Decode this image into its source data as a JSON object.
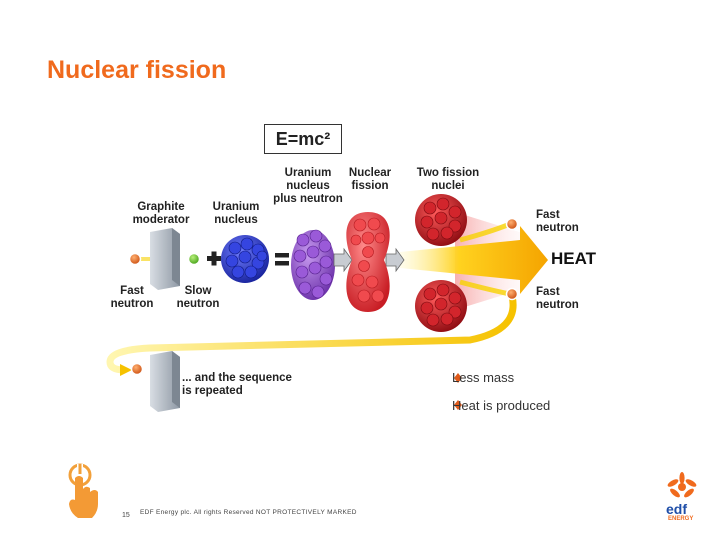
{
  "slide": {
    "title": "Nuclear fission",
    "page_number": "15",
    "footer": "EDF Energy plc. All rights Reserved NOT PROTECTIVELY MARKED"
  },
  "diagram": {
    "equation": "E=mc²",
    "labels": {
      "graphite_moderator": "Graphite\nmoderator",
      "uranium_nucleus": "Uranium\nnucleus",
      "uranium_plus_neutron": "Uranium\nnucleus\nplus neutron",
      "nuclear_fission": "Nuclear\nfission",
      "two_fission_nuclei": "Two fission\nnuclei",
      "fast_neutron_in": "Fast\nneutron",
      "slow_neutron": "Slow\nneutron",
      "fast_neutron_top": "Fast\nneutron",
      "fast_neutron_bottom": "Fast\nneutron",
      "heat": "HEAT",
      "sequence_repeated": "... and the sequence\nis repeated"
    },
    "results": [
      "Less mass",
      "Heat is produced"
    ]
  },
  "colors": {
    "accent": "#f06a1d",
    "uranium": "#2233cc",
    "compound": "#8844cc",
    "fission": "#e8383a",
    "fragments": "#cc1d22",
    "heat_arrow": "#f7c400"
  },
  "branding": {
    "logo_text": "ENERGY"
  }
}
